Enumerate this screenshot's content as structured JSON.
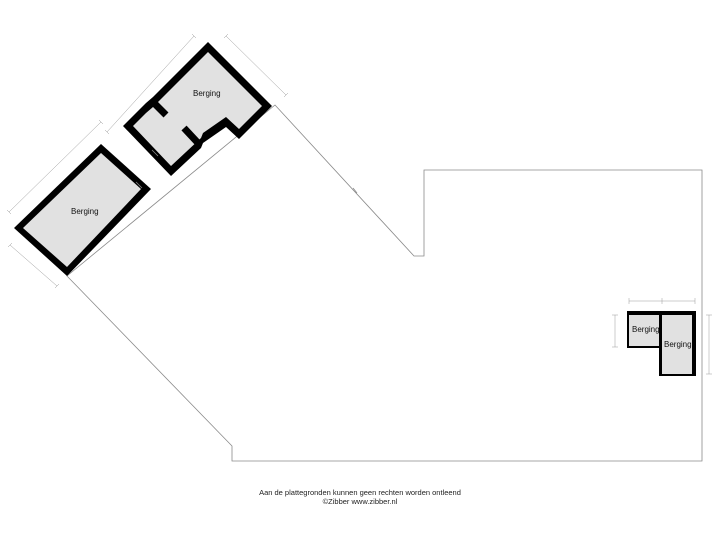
{
  "rooms": [
    {
      "id": "berging-1",
      "label": "Berging"
    },
    {
      "id": "berging-2",
      "label": "Berging"
    },
    {
      "id": "berging-3",
      "label": "Berging"
    },
    {
      "id": "berging-4",
      "label": "Berging"
    }
  ],
  "footer": {
    "disclaimer": "Aan de plattegronden kunnen geen rechten worden ontleend",
    "credit": "©Zibber www.zibber.nl"
  },
  "colors": {
    "wall": "#000000",
    "floor": "#e1e1e1",
    "outline": "#8a8a8a",
    "dimension": "#9a9a9a"
  }
}
